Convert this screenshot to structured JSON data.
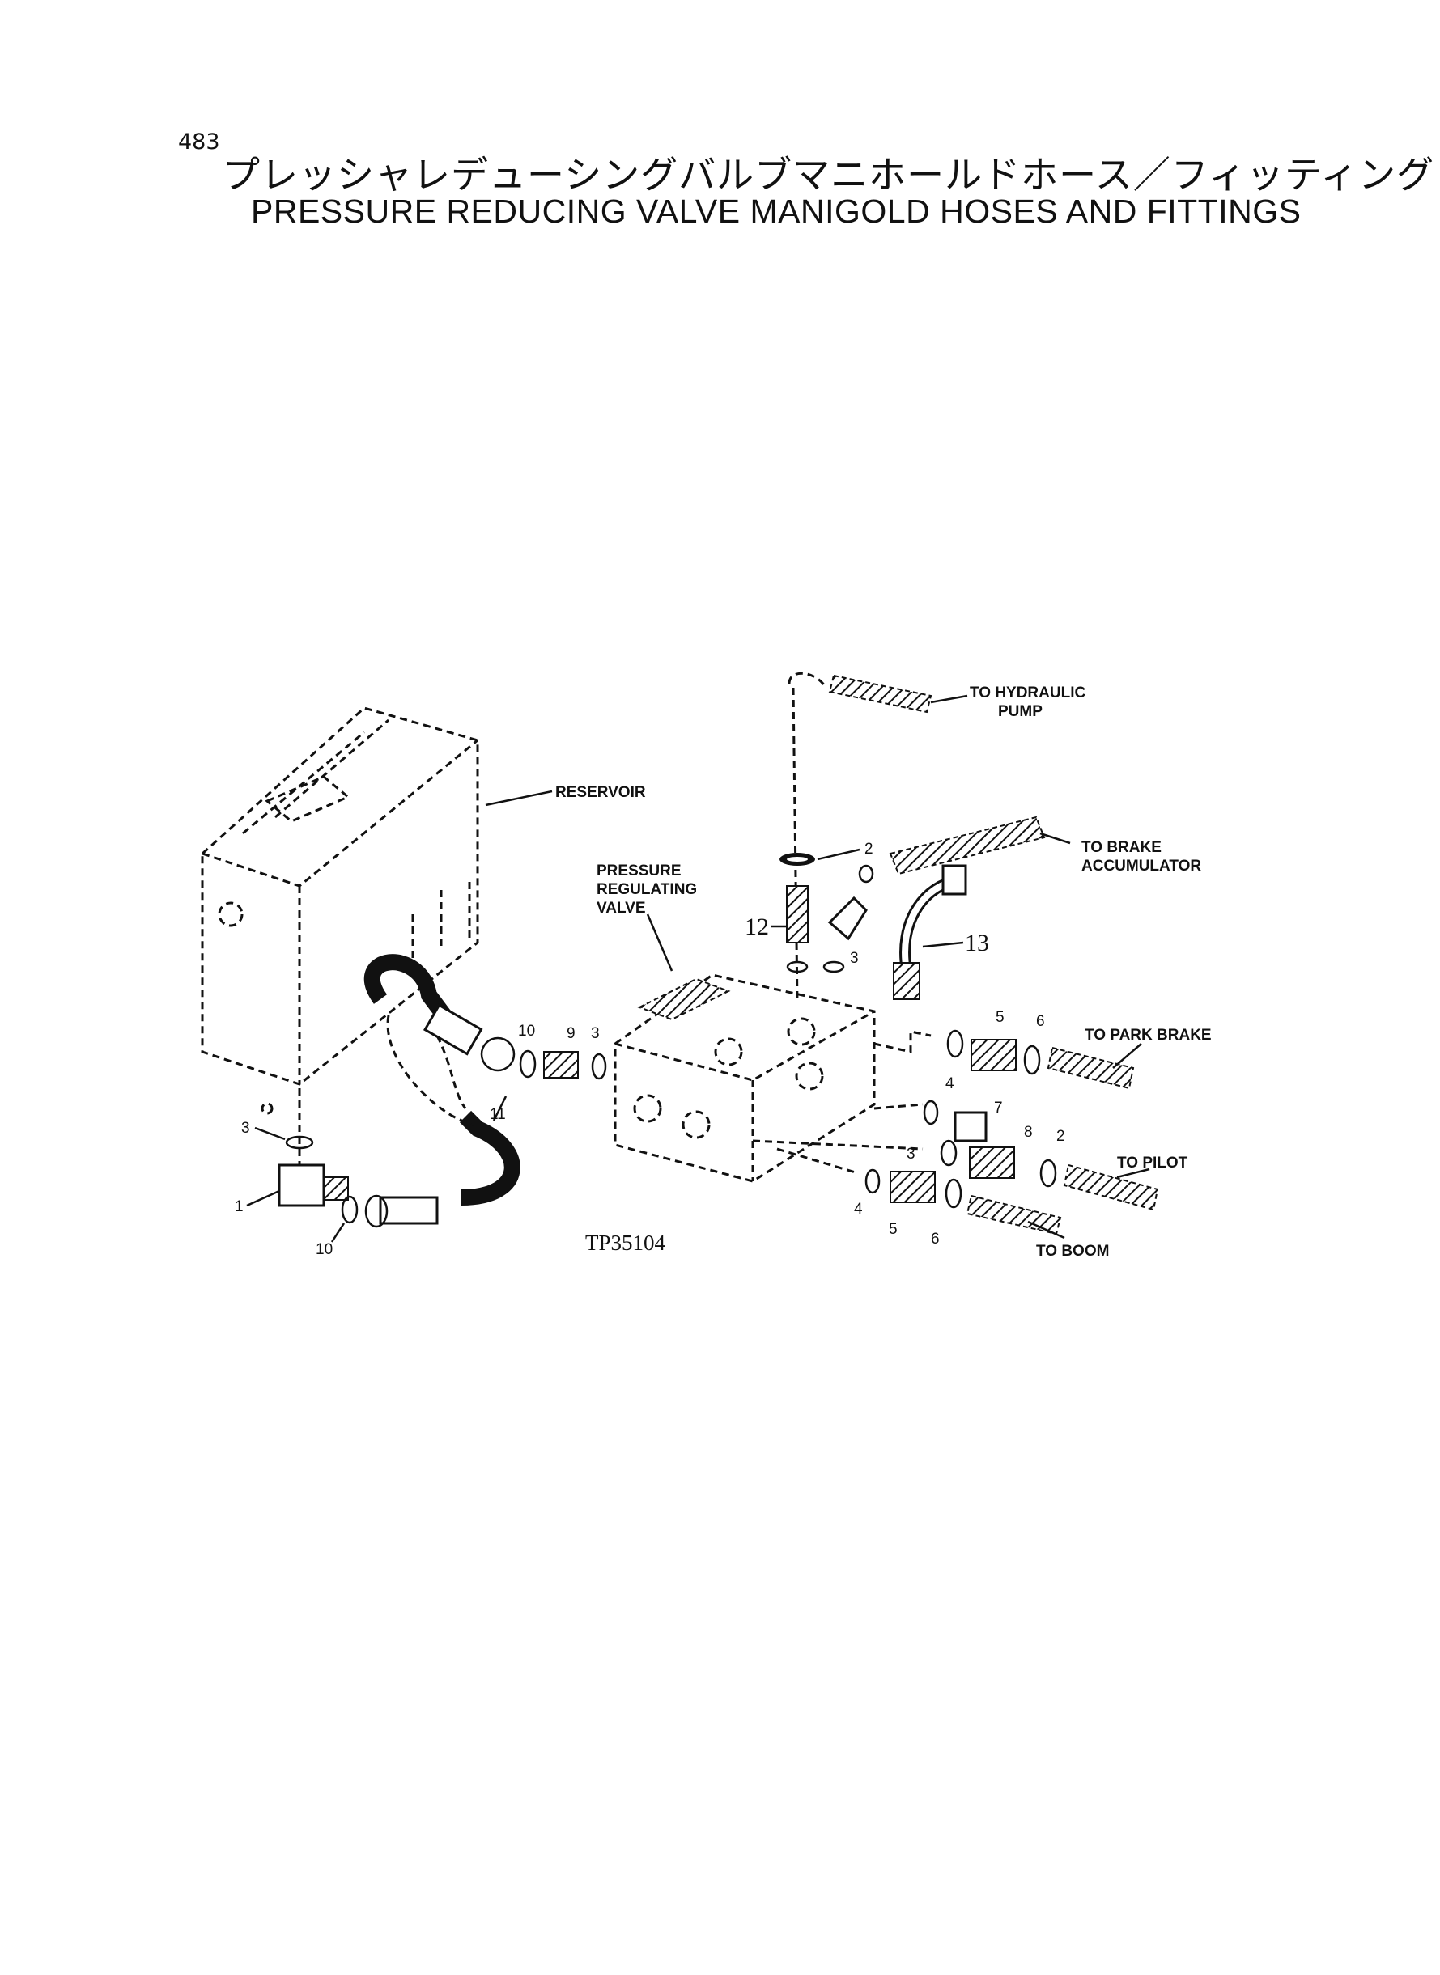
{
  "page": {
    "number": "483"
  },
  "title": {
    "japanese": "プレッシャレデューシングバルブマニホールドホース／フィッティング",
    "english": "PRESSURE REDUCING VALVE MANIGOLD HOSES AND FITTINGS"
  },
  "diagram": {
    "reference": "TP35104",
    "labels": {
      "reservoir": "RESERVOIR",
      "valve_line1": "PRESSURE",
      "valve_line2": "REGULATING",
      "valve_line3": "VALVE",
      "hydraulic_line1": "TO HYDRAULIC",
      "hydraulic_line2": "PUMP",
      "accumulator_line1": "TO BRAKE",
      "accumulator_line2": "ACCUMULATOR",
      "park_brake": "TO PARK BRAKE",
      "pilot": "TO PILOT",
      "boom": "TO BOOM"
    },
    "callouts": {
      "c1": "1",
      "c2a": "2",
      "c2b": "2",
      "c3a": "3",
      "c3b": "3",
      "c3c": "3",
      "c3d": "3",
      "c4a": "4",
      "c4b": "4",
      "c5a": "5",
      "c5b": "5",
      "c6a": "6",
      "c6b": "6",
      "c7": "7",
      "c8": "8",
      "c9": "9",
      "c10a": "10",
      "c10b": "10",
      "c11": "11",
      "c12": "12",
      "c13": "13"
    }
  }
}
